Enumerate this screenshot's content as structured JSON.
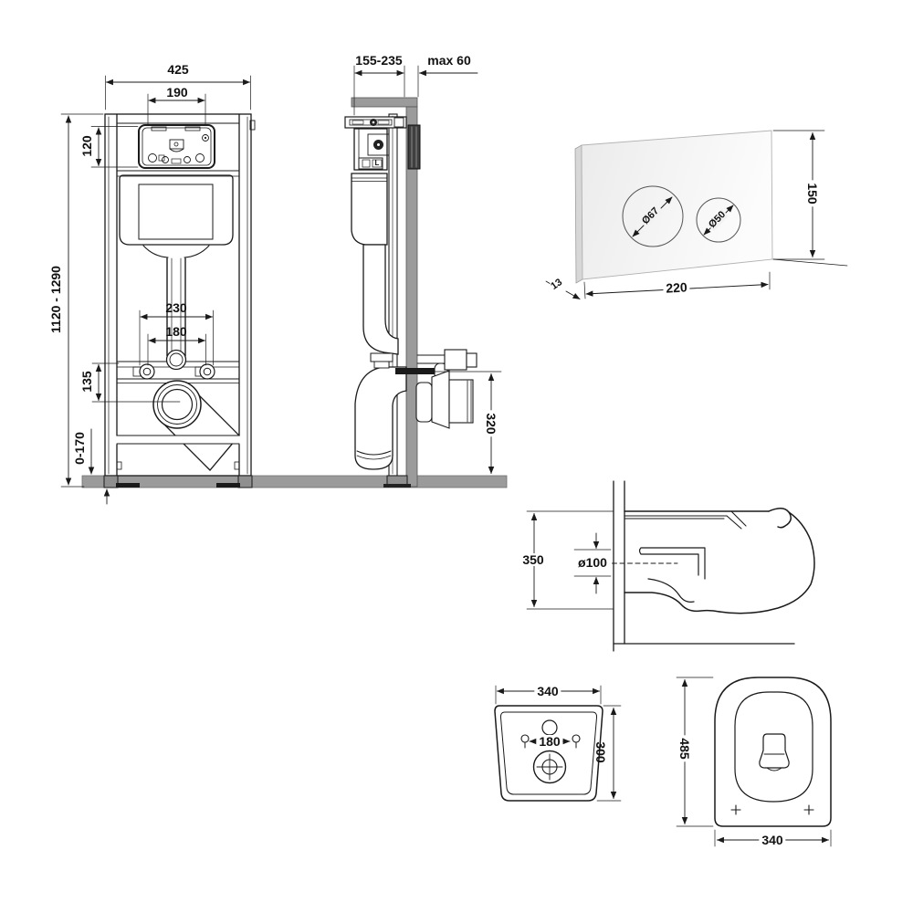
{
  "meta": {
    "description": "Installation dimension drawing: concealed WC frame with cistern, flush plate and wall-hung toilet pan"
  },
  "colors": {
    "line": "#1a1a1a",
    "fill_gray": "#9b9b9b",
    "plate_face": "#f1f1f1",
    "plate_edge": "#d7d7d7",
    "dark_box": "#3f3f3f"
  },
  "frame_front": {
    "width": "425",
    "opening_width": "190",
    "opening_height": "120",
    "height_range": "1120 - 1290",
    "spacing_outer": "230",
    "bolt_spacing": "180",
    "drain_height": "135",
    "foot_adjust": "0-170"
  },
  "frame_side": {
    "depth_range": "155-235",
    "wall_max": "max 60",
    "outlet_height": "320",
    "l_mark": "L"
  },
  "flush_plate": {
    "height": "150",
    "width": "220",
    "thickness": "13",
    "button_large": "Ø67",
    "button_small": "Ø50"
  },
  "pan_side": {
    "height": "350",
    "drain_diameter": "ø100"
  },
  "pan_rear": {
    "width": "340",
    "bolt_spacing": "180",
    "height": "300"
  },
  "pan_top": {
    "length": "485",
    "width": "340"
  }
}
